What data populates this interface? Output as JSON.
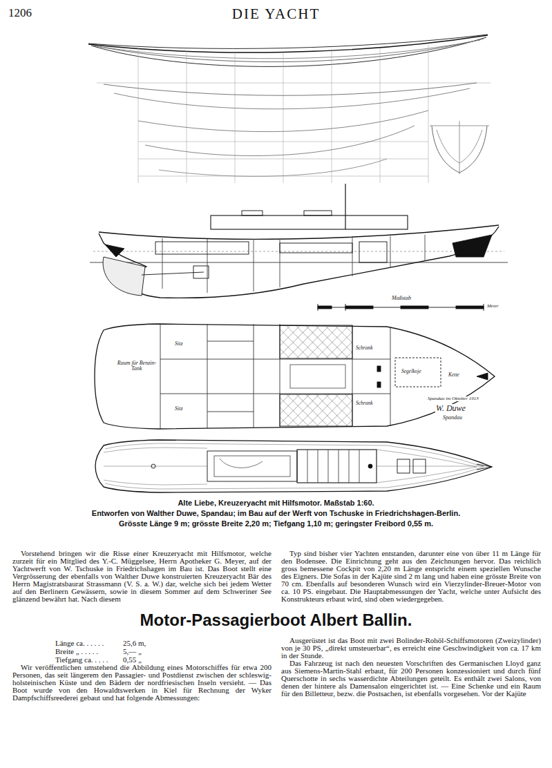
{
  "diagram": {
    "title": "DIE YACHT",
    "caption": "Alte Liebe, Kreuzeryacht mit Hilfsmotor. Maßstab 1:60.",
    "labels": [
      "1206",
      "Raum für Benzin-Tank",
      "Schrank",
      "Schrank",
      "Sitz",
      "Sitz",
      "Segelkoje",
      "Kette",
      "Spandau im Oktober 1913",
      "W. Duwe",
      "Spandau",
      "Maßstab",
      "Meter",
      "Entworfen von Walther Duwe, Spandau; im Bau auf der Werft von Tschuske in Friedrichshagen-Berlin.",
      "Grösste Länge 9 m; grösste Breite 2,20 m; Tiefgang 1,10 m; geringster Freibord 0,55 m.",
      "Vorstehend bringen wir die Risse einer Kreuzeryacht mit Hilfsmotor, welche zurzeit für ein Mitglied des Y.-C. Müggelsee, Herrn Apotheker G. Meyer, auf der Yachtwerft von W. Tschuske in Friedrichshagen im Bau ist. Das Boot stellt eine Vergrösserung der ebenfalls von Walther Duwe konstruierten Kreuzeryacht Bär des Herrn Magistratsbaurat Strassmann (V. S. a. W.) dar, welche sich bei jedem Wetter auf den Berlinern Gewässern, sowie in diesem Sommer auf dem Schweriner See glänzend bewährt hat. Nach diesem",
      "Typ sind bisher vier Yachten entstanden, darunter eine von über 11 m Länge für den Bodensee. Die Einrichtung geht aus den Zeichnungen hervor. Das reichlich gross bemessene Cockpit von 2,20 m Länge entspricht einem speziellen Wunsche des Eigners. Die Sofas in der Kajüte sind 2 m lang und haben eine grösste Breite von 70 cm. Ebenfalls auf besonderen Wunsch wird ein Vierzylinder-Breuer-Motor von ca. 10 PS. eingebaut. Die Hauptabmessungen der Yacht, welche unter Aufsicht des Konstrukteurs erbaut wird, sind oben wiedergegeben.",
      "Motor-Passagierboot Albert Ballin.",
      "Wir veröffentlichen umstehend die Abbildung eines Motorschiffes für etwa 200 Personen, das seit längerem den Passagier- und Postdienst zwischen der schleswig-holsteinischen Küste und den Bädern der nordfriesischen Inseln versieht. — Das Boot wurde von den Howaldtswerken in Kiel für Rechnung der Wyker Dampfschiffsreederei gebaut und hat folgende Abmessungen:",
      "Länge ca. . . . . .",
      "25,6 m,",
      "Breite „ . . . . .",
      "5,— „",
      "Tiefgang ca. . . . .",
      "0,55 „",
      "Ausgerüstet ist das Boot mit zwei Bolinder-Rohöl-Schiffsmotoren (Zweizylinder) von je 30 PS, „direkt umsteuerbar“, es erreicht eine Geschwindigkeit von ca. 17 km in der Stunde.",
      "Das Fahrzeug ist nach den neuesten Vorschriften des Germanischen Lloyd ganz aus Siemens-Martin-Stahl erbaut, für 200 Personen konzessioniert und durch fünf Querschotte in sechs wasserdichte Abteilungen geteilt. Es enthält zwei Salons, von denen der hintere als Damensalon eingerichtet ist. — Eine Schenke und ein Raum für den Billetteur, bezw. die Postsachen, ist ebenfalls vorgesehen. Vor der Kajüte"
    ]
  }
}
